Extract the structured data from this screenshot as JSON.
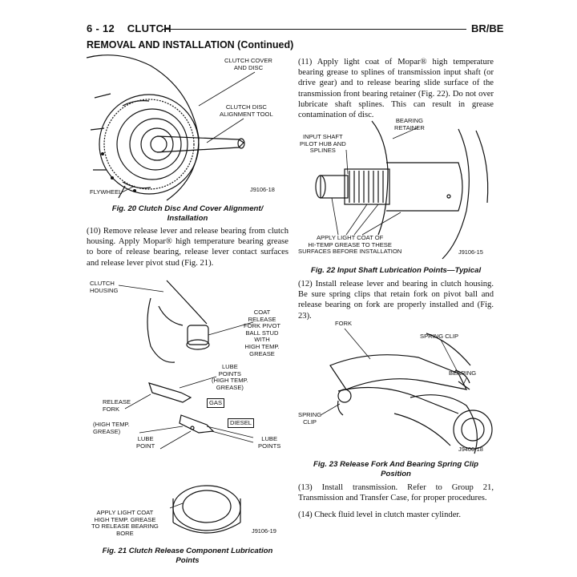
{
  "header": {
    "page_number": "6 - 12",
    "chapter": "CLUTCH",
    "model": "BR/BE"
  },
  "section_title": "REMOVAL AND INSTALLATION (Continued)",
  "figures": {
    "fig20": {
      "labels": {
        "cover": "CLUTCH COVER\nAND DISC",
        "tool": "CLUTCH DISC\nALIGNMENT TOOL",
        "flywheel": "FLYWHEEL"
      },
      "id": "J9106-18",
      "caption": "Fig. 20 Clutch Disc And Cover Alignment/\nInstallation"
    },
    "fig21": {
      "labels": {
        "housing": "CLUTCH\nHOUSING",
        "coat": "COAT\nRELEASE\nFORK PIVOT\nBALL STUD\nWITH\nHIGH TEMP.\nGREASE",
        "lube_top": "LUBE\nPOINTS\n(HIGH TEMP.\nGREASE)",
        "gas": "GAS",
        "fork": "RELEASE\nFORK",
        "diesel": "DIESEL",
        "hightemp": "(HIGH TEMP.\nGREASE)",
        "lube_point": "LUBE\nPOINT",
        "lube_points": "LUBE\nPOINTS",
        "apply": "APPLY LIGHT COAT\nHIGH TEMP. GREASE\nTO RELEASE BEARING\nBORE"
      },
      "id": "J9106-19",
      "caption": "Fig. 21 Clutch Release Component Lubrication\nPoints"
    },
    "fig22": {
      "labels": {
        "retainer": "BEARING\nRETAINER",
        "shaft": "INPUT SHAFT\nPILOT HUB AND\nSPLINES",
        "apply": "APPLY LIGHT COAT OF\nHI-TEMP GREASE TO THESE\nSURFACES BEFORE INSTALLATION"
      },
      "id": "J9106-15",
      "caption": "Fig. 22 Input Shaft Lubrication Points—Typical"
    },
    "fig23": {
      "labels": {
        "fork": "FORK",
        "spring_top": "SPRING CLIP",
        "bearing": "BEARING",
        "spring_left": "SPRING\nCLIP"
      },
      "id": "J9406-18",
      "caption": "Fig. 23 Release Fork And Bearing Spring Clip\nPosition"
    }
  },
  "paragraphs": {
    "p10": "(10) Remove release lever and release bearing from clutch housing. Apply Mopar® high temperature bearing grease to bore of release bearing, release lever contact surfaces and release lever pivot stud (Fig. 21).",
    "p11": "(11) Apply light coat of Mopar® high temperature bearing grease to splines of transmission input shaft (or drive gear) and to release bearing slide surface of the transmission front bearing retainer (Fig. 22). Do not over lubricate shaft splines. This can result in grease contamination of disc.",
    "p12": "(12) Install release lever and bearing in clutch housing. Be sure spring clips that retain fork on pivot ball and release bearing on fork are properly installed and (Fig. 23).",
    "p13": "(13) Install transmission. Refer to Group 21, Transmission and Transfer Case, for proper procedures.",
    "p14": "(14) Check fluid level in clutch master cylinder."
  }
}
